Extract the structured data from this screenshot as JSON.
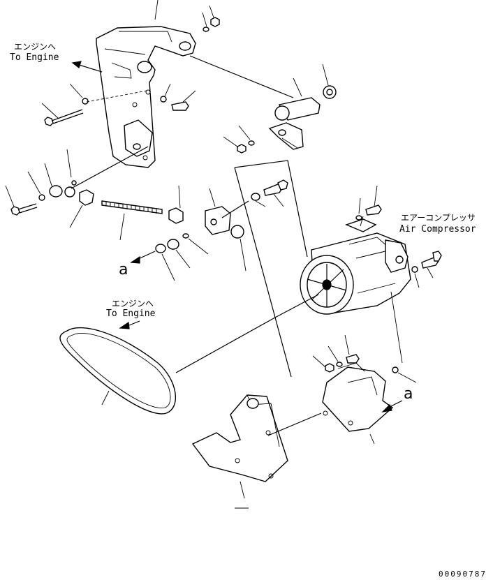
{
  "labels": {
    "to_engine_top_jp": "エンジンへ",
    "to_engine_top_en": "To Engine",
    "to_engine_mid_jp": "エンジンへ",
    "to_engine_mid_en": "To Engine",
    "air_compressor_jp": "エアーコンプレッサ",
    "air_compressor_en": "Air Compressor",
    "ref_a_left": "a",
    "ref_a_right": "a",
    "drawing_number": "00090787"
  }
}
